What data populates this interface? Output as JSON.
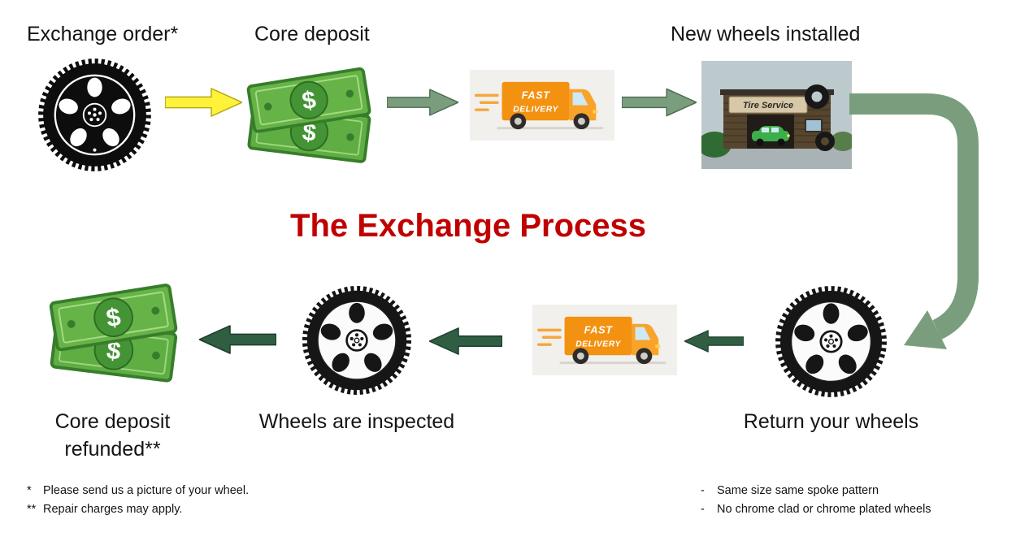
{
  "title": {
    "text": "The Exchange Process"
  },
  "steps": {
    "exchange_order": "Exchange order*",
    "core_deposit": "Core deposit",
    "new_wheels": "New wheels installed",
    "return_wheels": "Return your wheels",
    "inspected": "Wheels are inspected",
    "refunded_line1": "Core deposit",
    "refunded_line2": "refunded**"
  },
  "truck": {
    "line1": "FAST",
    "line2": "DELIVERY"
  },
  "shop": {
    "sign": "Tire Service"
  },
  "money": {
    "symbol": "$"
  },
  "footnotes": {
    "left": [
      {
        "marker": "*",
        "text": "Please send us a picture of your wheel."
      },
      {
        "marker": "**",
        "text": "Repair charges may apply."
      }
    ],
    "right": [
      {
        "marker": "-",
        "text": "Same size same spoke pattern"
      },
      {
        "marker": "-",
        "text": "No chrome clad or chrome plated wheels"
      }
    ]
  },
  "colors": {
    "title": "#c00000",
    "arrow_yellow": "#fff23b",
    "arrow_green": "#7a9e7d",
    "arrow_dark_green": "#2f5e43"
  }
}
